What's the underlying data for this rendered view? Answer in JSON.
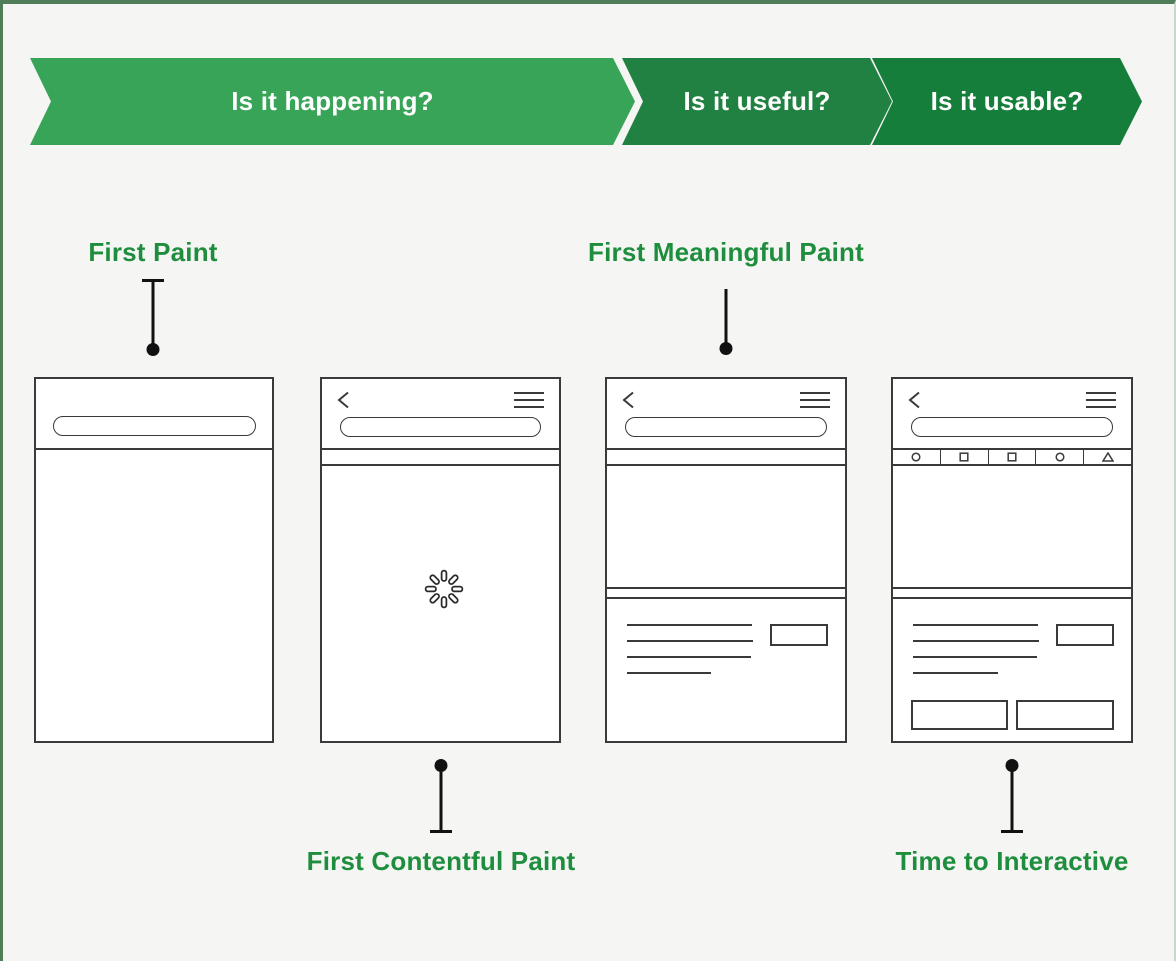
{
  "theme": {
    "page_bg": "#f5f5f4",
    "frame_border": "#4e7d58",
    "banner_text": "#ffffff",
    "label_green": "#1e8e3e",
    "sketch_stroke": "#3a3a3a",
    "connector_black": "#111111",
    "segment_colors": [
      "#38a457",
      "#218142",
      "#157e3a"
    ]
  },
  "banner": {
    "segments": [
      {
        "label": "Is it happening?"
      },
      {
        "label": "Is it useful?"
      },
      {
        "label": "Is it usable?"
      }
    ]
  },
  "metrics": {
    "first_paint": {
      "label": "First Paint"
    },
    "first_contentful_paint": {
      "label": "First Contentful Paint"
    },
    "first_meaningful_paint": {
      "label": "First Meaningful Paint"
    },
    "time_to_interactive": {
      "label": "Time to Interactive"
    }
  },
  "phones": [
    {
      "name": "first-paint",
      "elements": [
        "search-pill"
      ]
    },
    {
      "name": "first-contentful-paint",
      "elements": [
        "back-chevron-icon",
        "hamburger-menu-icon",
        "search-pill",
        "loading-spinner-icon"
      ]
    },
    {
      "name": "first-meaningful-paint",
      "elements": [
        "back-chevron-icon",
        "hamburger-menu-icon",
        "search-pill",
        "skeleton-text-lines",
        "skeleton-button"
      ]
    },
    {
      "name": "time-to-interactive",
      "elements": [
        "back-chevron-icon",
        "hamburger-menu-icon",
        "search-pill",
        "toolbar-circle-icon",
        "toolbar-square-icon",
        "toolbar-square-icon",
        "toolbar-circle-icon",
        "toolbar-triangle-icon",
        "skeleton-text-lines",
        "skeleton-button",
        "skeleton-button",
        "skeleton-button"
      ]
    }
  ]
}
